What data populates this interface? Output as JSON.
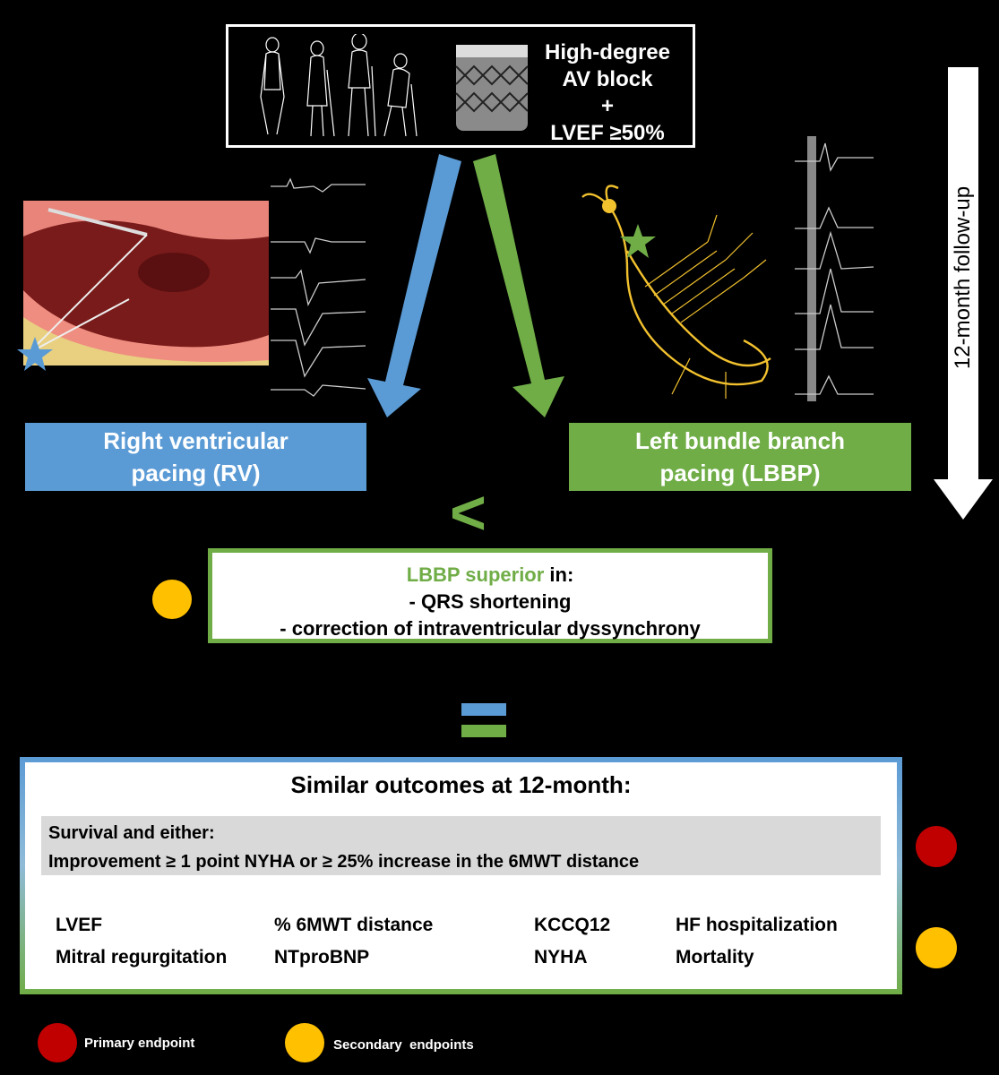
{
  "top_box": {
    "line1": "High-degree",
    "line2": "AV block",
    "line3": "+",
    "line4": "LVEF ≥50%"
  },
  "follow_up_label": "12-month follow-up",
  "rv_box": {
    "line1": "Right ventricular",
    "line2": "pacing (RV)"
  },
  "lbbp_box": {
    "line1": "Left bundle branch",
    "line2": "pacing (LBBP)"
  },
  "comparison_symbol": "<",
  "superior_box": {
    "highlight": "LBBP superior",
    "rest": " in:",
    "item1": "- QRS shortening",
    "item2": "- correction of intraventricular dyssynchrony"
  },
  "outcomes": {
    "title": "Similar outcomes at 12-month:",
    "primary_line1": "Survival and either:",
    "primary_line2": "Improvement ≥ 1 point NYHA or ≥ 25% increase in the 6MWT distance",
    "secondary": [
      "LVEF",
      "% 6MWT distance",
      "KCCQ12",
      "HF hospitalization",
      "Mitral regurgitation",
      "NTproBNP",
      "NYHA",
      "Mortality"
    ]
  },
  "legend": {
    "primary": "Primary endpoint",
    "secondary": "Secondary  endpoints"
  },
  "colors": {
    "blue": "#5b9bd5",
    "green": "#70ad47",
    "primary_dot": "#c00000",
    "secondary_dot": "#ffc000"
  }
}
